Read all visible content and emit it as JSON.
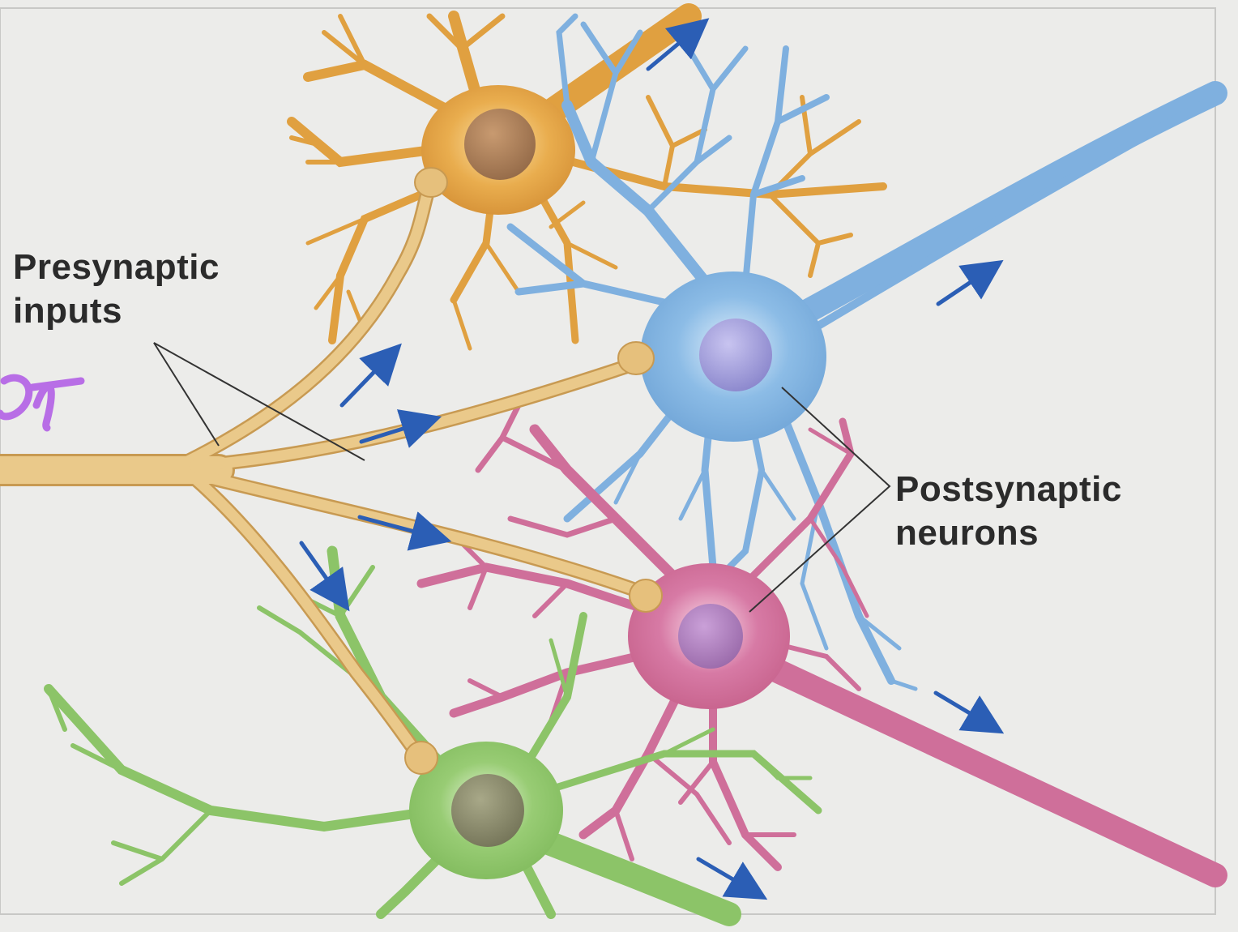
{
  "labels": {
    "presynaptic": {
      "line1": "Presynaptic",
      "line2": "inputs"
    },
    "postsynaptic": {
      "line1": "Postsynaptic",
      "line2": "neurons"
    }
  },
  "colors": {
    "background": "#ececea",
    "presynaptic_axon": "#e3b86a",
    "orange_neuron": "#e0a040",
    "blue_neuron": "#7fb0df",
    "pink_neuron": "#cf6f9a",
    "green_neuron": "#8cc468",
    "arrow": "#2b5eb5",
    "annotation_ink": "#b86ee6"
  }
}
